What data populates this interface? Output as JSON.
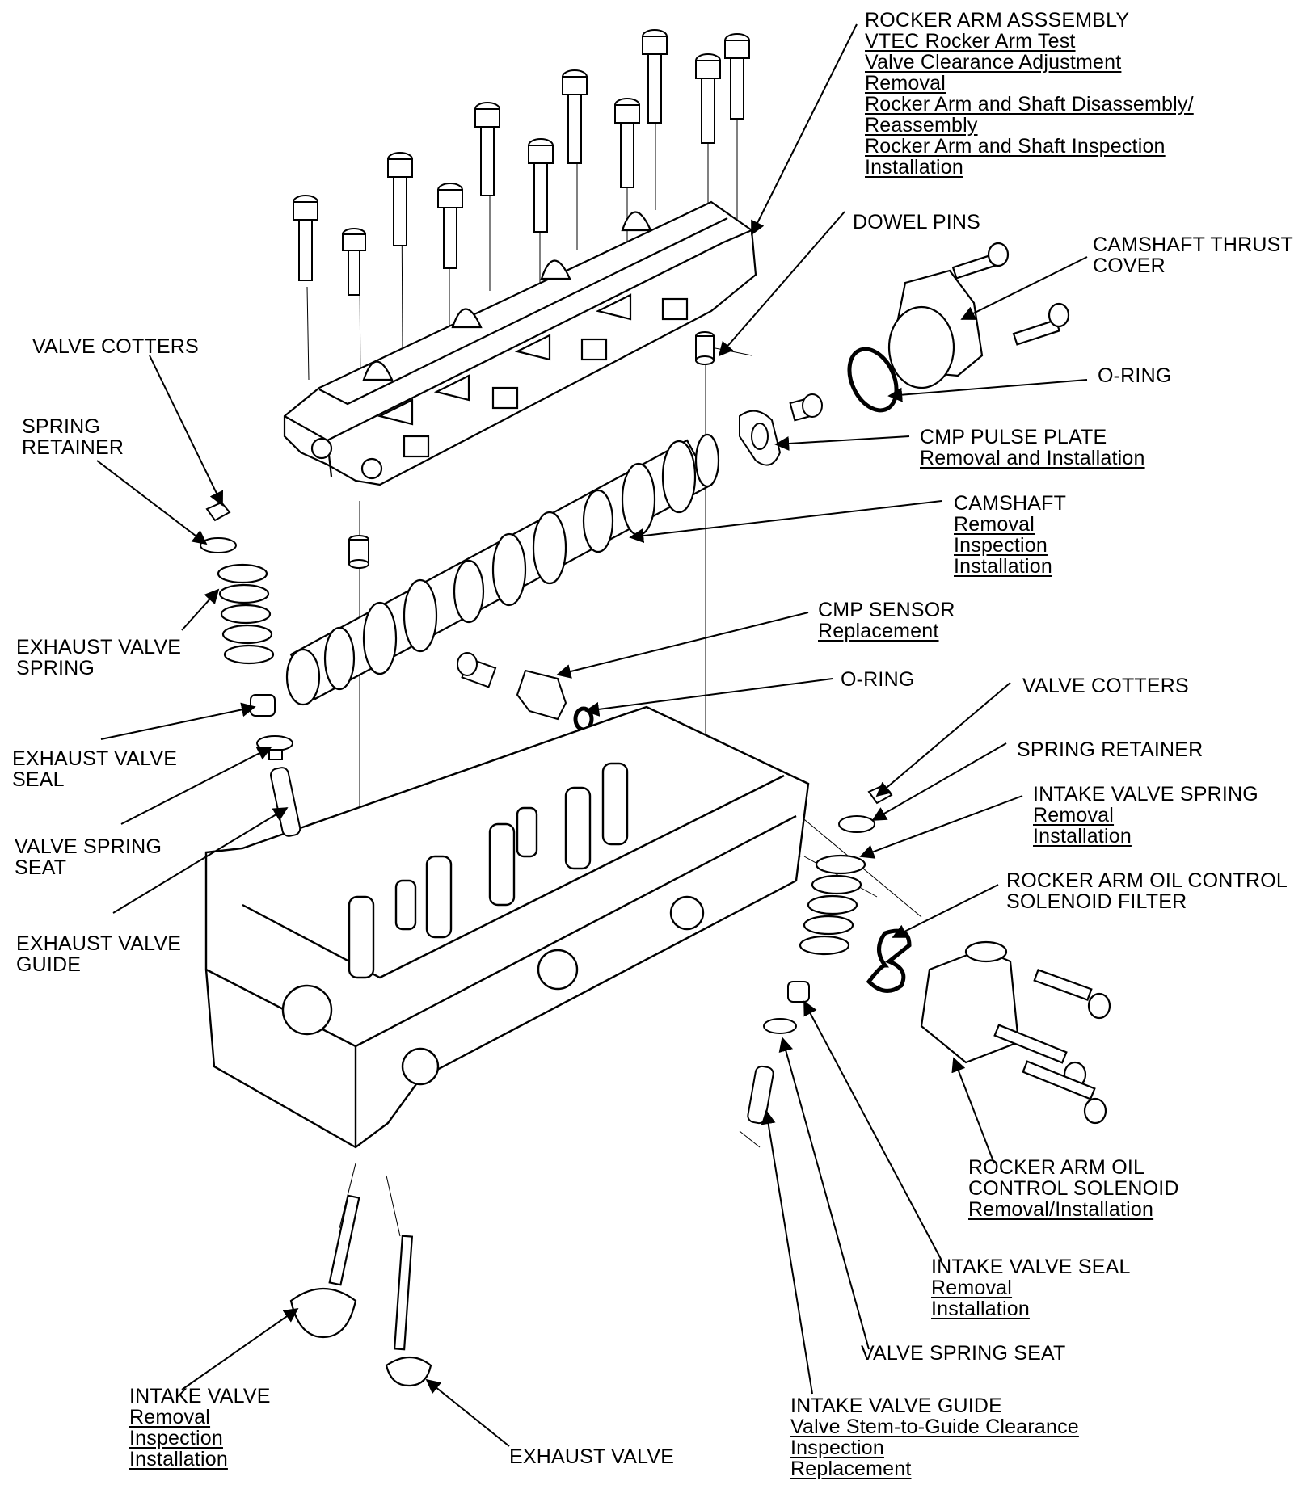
{
  "labels": {
    "rocker_arm_assembly": {
      "title": "ROCKER ARM ASSSEMBLY",
      "links": [
        "VTEC Rocker Arm Test",
        "Valve Clearance Adjustment",
        "Removal",
        "Rocker Arm and Shaft Disassembly/",
        "Reassembly",
        "Rocker Arm and Shaft Inspection",
        "Installation"
      ]
    },
    "dowel_pins": {
      "title": "DOWEL PINS"
    },
    "camshaft_thrust_cover": {
      "title_line1": "CAMSHAFT THRUST",
      "title_line2": "COVER"
    },
    "valve_cotters_left": {
      "title": "VALVE COTTERS"
    },
    "o_ring_upper": {
      "title": "O-RING"
    },
    "spring_retainer_left": {
      "title_line1": "SPRING",
      "title_line2": "RETAINER"
    },
    "cmp_pulse_plate": {
      "title": "CMP PULSE PLATE",
      "links": [
        "Removal and Installation"
      ]
    },
    "camshaft": {
      "title": "CAMSHAFT",
      "links": [
        "Removal",
        "Inspection",
        "Installation"
      ]
    },
    "cmp_sensor": {
      "title": "CMP SENSOR",
      "links": [
        "Replacement"
      ]
    },
    "exhaust_valve_spring": {
      "title_line1": "EXHAUST VALVE",
      "title_line2": "SPRING"
    },
    "o_ring_lower": {
      "title": "O-RING"
    },
    "valve_cotters_right": {
      "title": "VALVE COTTERS"
    },
    "exhaust_valve_seal": {
      "title_line1": "EXHAUST VALVE",
      "title_line2": "SEAL"
    },
    "spring_retainer_right": {
      "title": "SPRING RETAINER"
    },
    "intake_valve_spring": {
      "title": "INTAKE VALVE SPRING",
      "links": [
        "Removal",
        "Installation"
      ]
    },
    "valve_spring_seat_left": {
      "title_line1": "VALVE SPRING",
      "title_line2": "SEAT"
    },
    "rocker_arm_oil_control_solenoid_filter": {
      "title_line1": "ROCKER ARM OIL CONTROL",
      "title_line2": "SOLENOID FILTER"
    },
    "exhaust_valve_guide": {
      "title_line1": "EXHAUST VALVE",
      "title_line2": "GUIDE"
    },
    "rocker_arm_oil_control_solenoid": {
      "title_line1": "ROCKER ARM OIL",
      "title_line2": "CONTROL SOLENOID",
      "links": [
        "Removal/Installation"
      ]
    },
    "intake_valve_seal": {
      "title": "INTAKE VALVE SEAL",
      "links": [
        "Removal",
        "Installation"
      ]
    },
    "valve_spring_seat_right": {
      "title": "VALVE SPRING SEAT"
    },
    "intake_valve": {
      "title": "INTAKE VALVE",
      "links": [
        "Removal",
        "Inspection",
        "Installation"
      ]
    },
    "exhaust_valve": {
      "title": "EXHAUST VALVE"
    },
    "intake_valve_guide": {
      "title": "INTAKE VALVE GUIDE",
      "links": [
        "Valve Stem-to-Guide Clearance",
        "Inspection",
        "Replacement"
      ]
    }
  },
  "palette": {
    "ink": "#000000",
    "paper": "#ffffff",
    "shade": "#d9d9d9"
  }
}
